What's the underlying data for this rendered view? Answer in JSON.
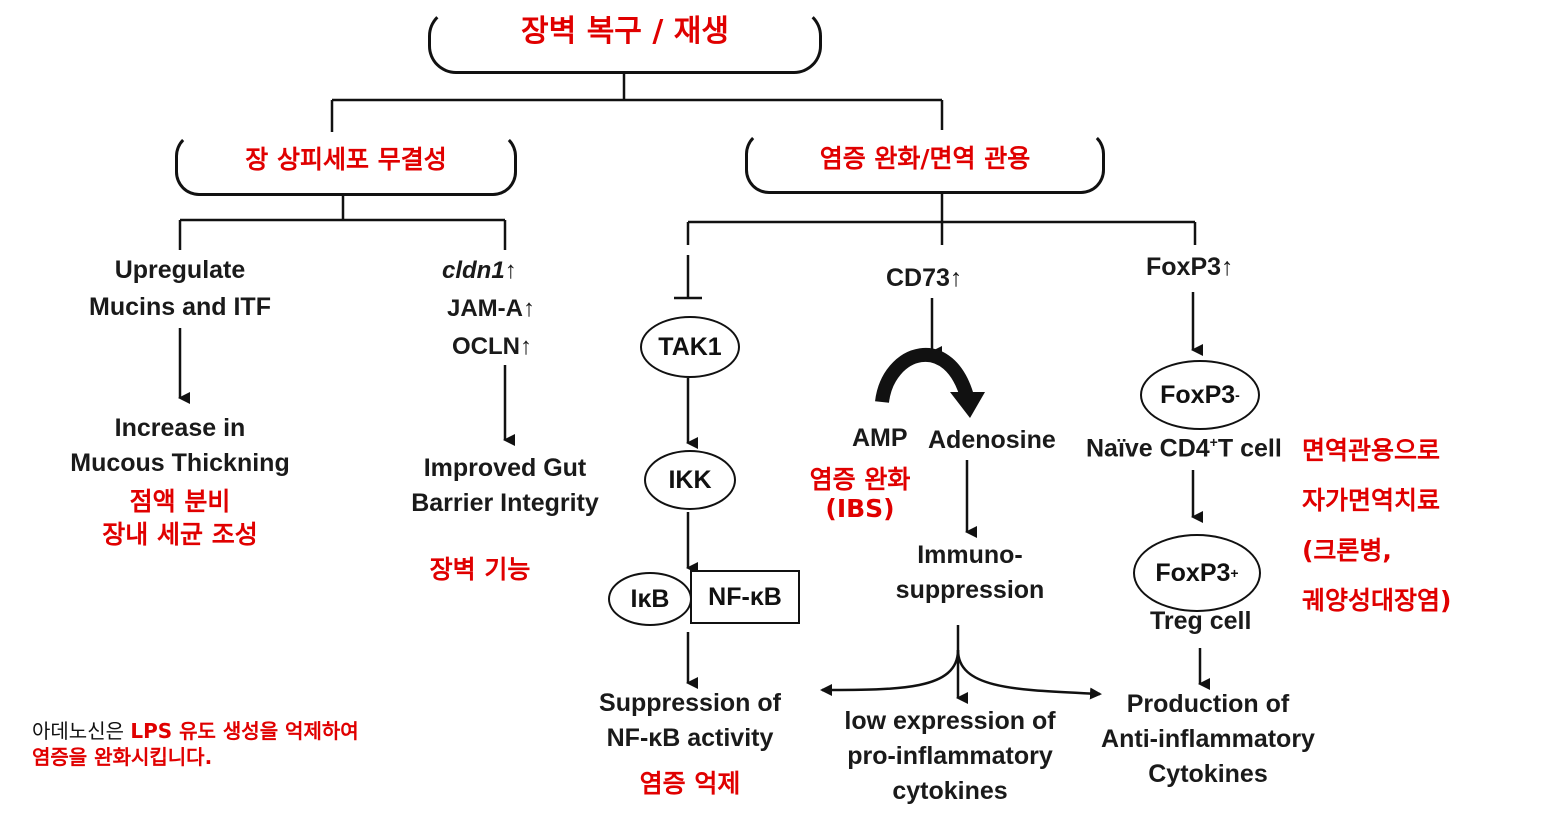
{
  "top_box": {
    "label": "장벽 복구 / 재생"
  },
  "branches": {
    "left": {
      "label": "장 상피세포 무결성"
    },
    "right": {
      "label": "염증 완화/면역 관용"
    }
  },
  "left_col1": {
    "label_line1": "Upregulate",
    "label_line2": "Mucins and ITF",
    "result_line1": "Increase in",
    "result_line2": "Mucous Thickning",
    "note_line1": "점액 분비",
    "note_line2": "장내 세균 조성"
  },
  "left_col2": {
    "gene1": "cldn1",
    "gene2": "JAM-A",
    "gene3": "OCLN",
    "up_arrow": "↑",
    "result_line1": "Improved Gut",
    "result_line2": "Barrier Integrity",
    "note": "장벽 기능"
  },
  "right_col1": {
    "node1": "TAK1",
    "node2": "IKK",
    "node3a": "IκB",
    "node3b": "NF-κB",
    "result_line1": "Suppression of",
    "result_line2": "NF-κB activity",
    "note": "염증 억제"
  },
  "right_col2": {
    "header": "CD73",
    "substrate": "AMP",
    "product": "Adenosine",
    "note_line1": "염증 완화",
    "note_line2": "(IBS)",
    "immuno_line1": "Immuno-",
    "immuno_line2": "suppression",
    "result_line1": "low expression of",
    "result_line2": "pro-inflammatory",
    "result_line3": "cytokines"
  },
  "right_col3": {
    "header": "FoxP3",
    "node1": "FoxP3",
    "node1_sup": "-",
    "naive_a": "Naïve CD4",
    "naive_sup": "+",
    "naive_b": "T cell",
    "node2": "FoxP3",
    "node2_sup": "+",
    "treg": "Treg cell",
    "result_line1": "Production of",
    "result_line2": "Anti-inflammatory",
    "result_line3": "Cytokines",
    "note_line1": "면역관용으로",
    "note_line2": "자가면역치료",
    "note_line3": "(크론병,",
    "note_line4": "궤양성대장염)"
  },
  "footnote": {
    "part1": "아데노신은 ",
    "part2": "LPS 유도 생성을 억제하여",
    "line2": "염증을 완화시킵니다."
  },
  "colors": {
    "accent": "#e00000",
    "ink": "#111111"
  }
}
